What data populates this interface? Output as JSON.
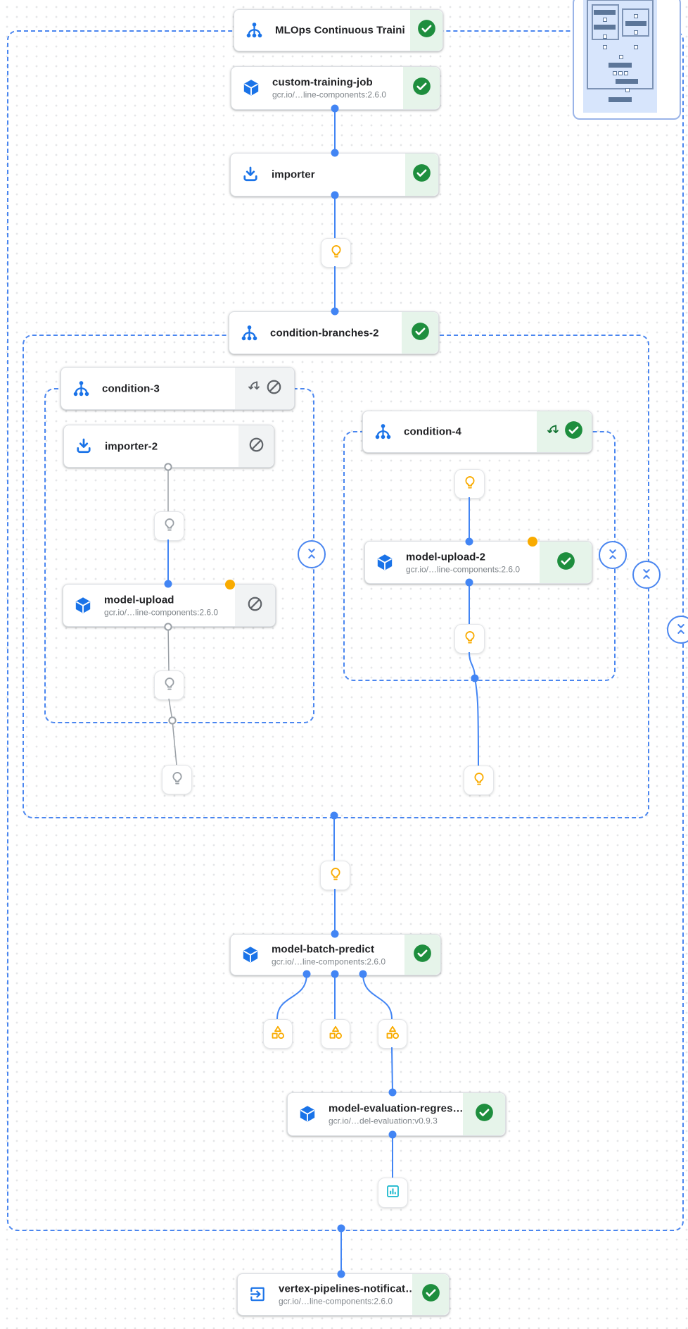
{
  "colors": {
    "edge_blue": "#4285f4",
    "edge_gray": "#9aa0a6",
    "success_green": "#1e8e3e",
    "success_badge_bg": "#e6f4ea",
    "skipped_badge_bg": "#f1f3f4",
    "accent_blue": "#1a73e8",
    "bulb_yellow": "#f9ab00",
    "artifact_yellow": "#f9ab00",
    "metrics_teal": "#12b5cb",
    "group_border_blue": "#4a86f0"
  },
  "nodes": {
    "mlops_continuous_training": {
      "title": "MLOps Continuous Traini…",
      "icon": "pipeline-branch-icon",
      "status": "succeeded"
    },
    "custom_training_job": {
      "title": "custom-training-job",
      "subtitle": "gcr.io/…line-components:2.6.0",
      "icon": "component-cube-icon",
      "status": "succeeded"
    },
    "importer": {
      "title": "importer",
      "icon": "importer-download-icon",
      "status": "succeeded"
    },
    "condition_branches_2": {
      "title": "condition-branches-2",
      "icon": "pipeline-branch-icon",
      "status": "succeeded"
    },
    "condition_3": {
      "title": "condition-3",
      "icon": "pipeline-branch-icon",
      "status": "skipped"
    },
    "importer_2": {
      "title": "importer-2",
      "icon": "importer-download-icon",
      "status": "skipped"
    },
    "model_upload": {
      "title": "model-upload",
      "subtitle": "gcr.io/…line-components:2.6.0",
      "icon": "component-cube-icon",
      "status": "skipped"
    },
    "condition_4": {
      "title": "condition-4",
      "icon": "pipeline-branch-icon",
      "status": "succeeded"
    },
    "model_upload_2": {
      "title": "model-upload-2",
      "subtitle": "gcr.io/…line-components:2.6.0",
      "icon": "component-cube-icon",
      "status": "succeeded"
    },
    "model_batch_predict": {
      "title": "model-batch-predict",
      "subtitle": "gcr.io/…line-components:2.6.0",
      "icon": "component-cube-icon",
      "status": "succeeded"
    },
    "model_evaluation_regression": {
      "title": "model-evaluation-regres…",
      "subtitle": "gcr.io/…del-evaluation:v0.9.3",
      "icon": "component-cube-icon",
      "status": "succeeded"
    },
    "vertex_pipelines_notification": {
      "title": "vertex-pipelines-notificat…",
      "subtitle": "gcr.io/…line-components:2.6.0",
      "icon": "exit-icon",
      "status": "succeeded"
    }
  }
}
